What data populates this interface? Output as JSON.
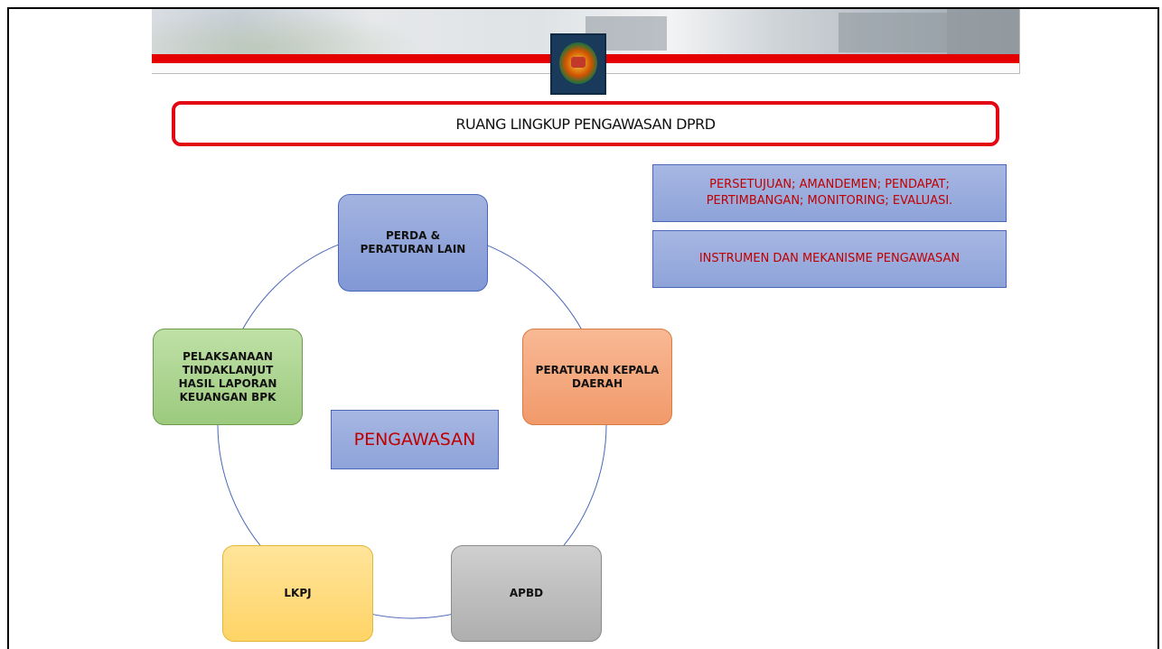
{
  "title": "RUANG LINGKUP PENGAWASAN DPRD",
  "info_boxes": [
    {
      "text": "PERSETUJUAN; AMANDEMEN; PENDAPAT; PERTIMBANGAN; MONITORING; EVALUASI."
    },
    {
      "text": "INSTRUMEN DAN MEKANISME PENGAWASAN"
    }
  ],
  "center": {
    "label": "PENGAWASAN"
  },
  "cycle_nodes": [
    {
      "label": "PERDA & PERATURAN LAIN",
      "color": "#8fa2d9"
    },
    {
      "label": "PERATURAN KEPALA DAERAH",
      "color": "#f4a67a"
    },
    {
      "label": "APBD",
      "color": "#bdbdbd"
    },
    {
      "label": "LKPJ",
      "color": "#ffdb7a"
    },
    {
      "label": "PELAKSANAAN TINDAKLANJUT HASIL LAPORAN KEUANGAN BPK",
      "color": "#a8d48e"
    }
  ],
  "colors": {
    "title_border": "#e30613",
    "accent_text": "#c00000",
    "cycle_line": "#4a67b8",
    "banner_stripe": "#e50000"
  }
}
